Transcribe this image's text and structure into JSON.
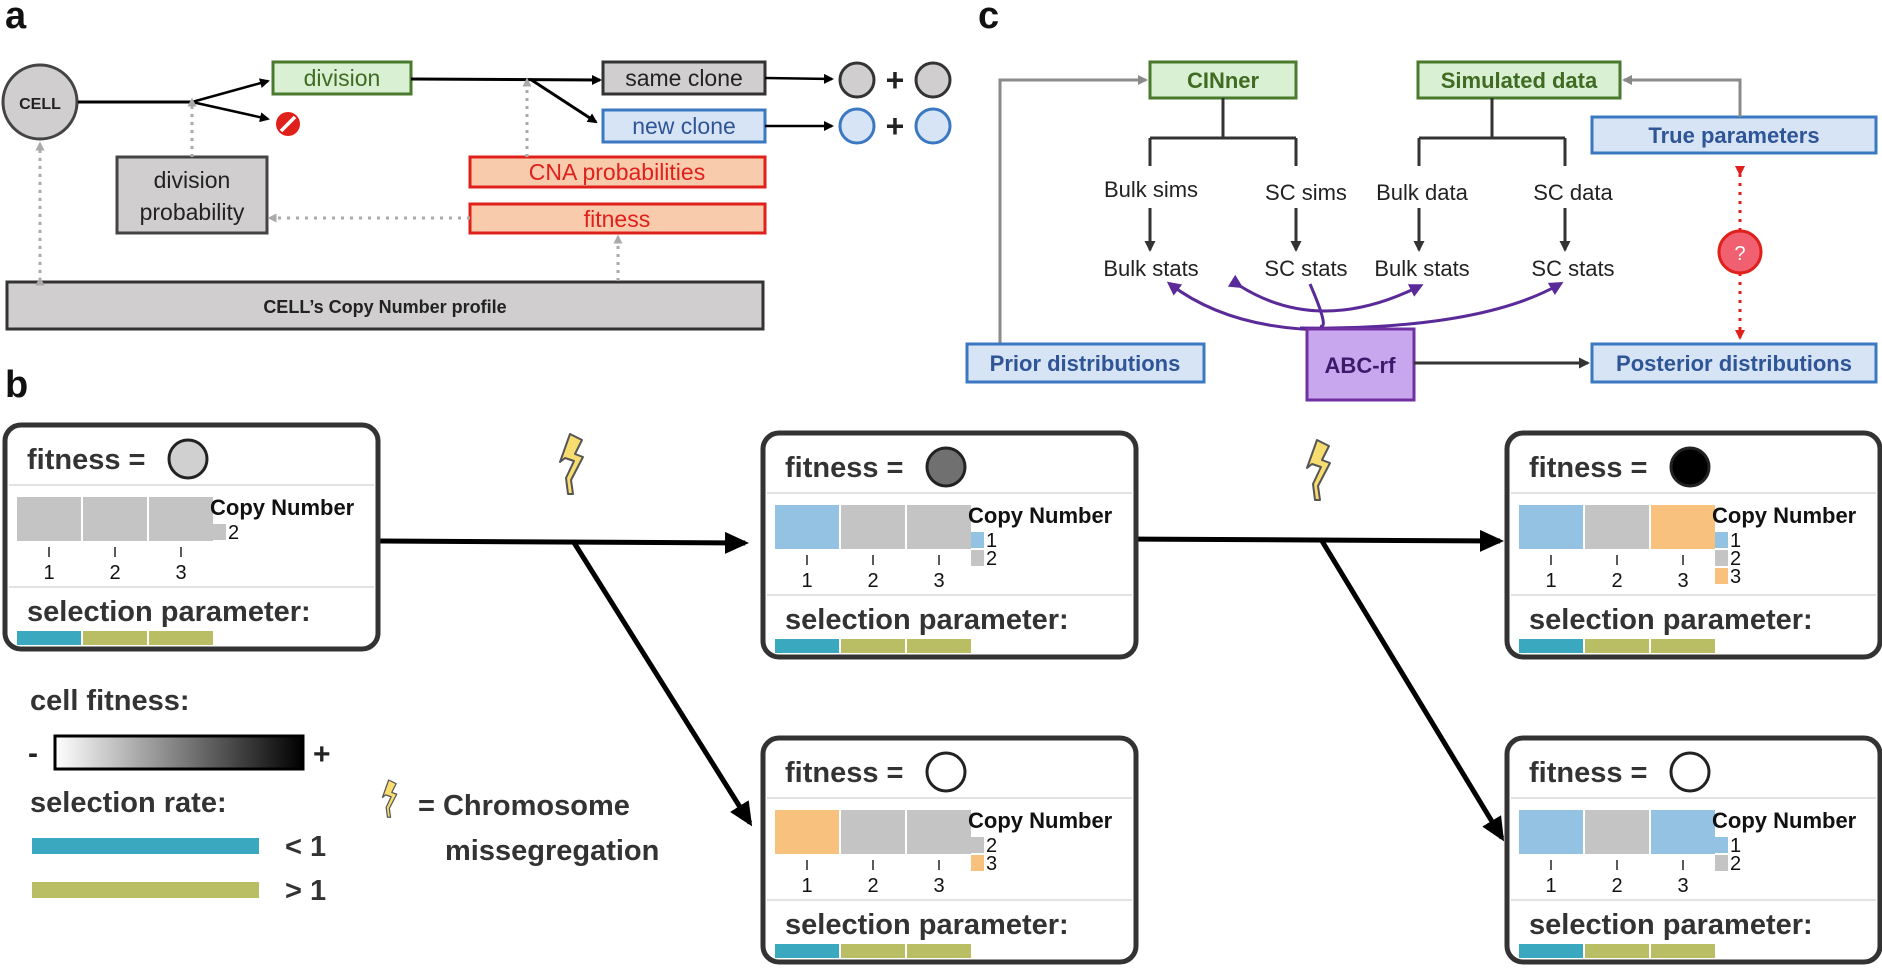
{
  "panels": {
    "a": "a",
    "b": "b",
    "c": "c"
  },
  "colors": {
    "green_fill": "#d9f0d3",
    "green_stroke": "#4a7a2e",
    "green_text": "#3f6b22",
    "blue_fill": "#d6e4f5",
    "blue_stroke": "#3b78c2",
    "blue_text": "#2f5597",
    "red_fill": "#f8cbad",
    "red_stroke": "#e0201b",
    "red_text": "#e0201b",
    "grey_fill": "#d0cece",
    "purple_fill": "#c9a7ee",
    "purple_stroke": "#7030a0",
    "cn1": "#93c2e2",
    "cn2": "#c4c4c4",
    "cn3": "#f8c27e",
    "sel_low": "#3aa8bf",
    "sel_high": "#b9bd63"
  },
  "panel_a": {
    "cell": "CELL",
    "division": "division",
    "division_probability_line1": "division",
    "division_probability_line2": "probability",
    "same_clone": "same clone",
    "new_clone": "new clone",
    "cna_probabilities": "CNA probabilities",
    "fitness": "fitness",
    "plus": "+",
    "copy_number_profile": "CELL’s Copy Number profile",
    "stop_icon": "no-entry-icon"
  },
  "panel_c": {
    "cinner": "CINner",
    "simulated_data": "Simulated data",
    "true_parameters": "True parameters",
    "bulk_sims": "Bulk sims",
    "sc_sims": "SC sims",
    "bulk_data": "Bulk data",
    "sc_data": "SC data",
    "bulk_stats": "Bulk stats",
    "sc_stats": "SC stats",
    "prior_distributions": "Prior distributions",
    "abc_rf": "ABC-rf",
    "posterior_distributions": "Posterior distributions",
    "question": "?"
  },
  "panel_b": {
    "fitness_label": "fitness =",
    "selection_parameter": "selection parameter:",
    "copy_number_title": "Copy Number",
    "chromosome_ticks": [
      "1",
      "2",
      "3"
    ],
    "cards": [
      {
        "id": "parent",
        "fitness_color": "#d0d0d0",
        "copy_numbers": [
          2,
          2,
          2
        ],
        "legend": [
          "2"
        ]
      },
      {
        "id": "gen1-top",
        "fitness_color": "#707070",
        "copy_numbers": [
          1,
          2,
          2
        ],
        "legend": [
          "1",
          "2"
        ]
      },
      {
        "id": "gen1-bottom",
        "fitness_color": "#ffffff",
        "copy_numbers": [
          3,
          2,
          2
        ],
        "legend": [
          "2",
          "3"
        ]
      },
      {
        "id": "gen2-top",
        "fitness_color": "#000000",
        "copy_numbers": [
          1,
          2,
          3
        ],
        "legend": [
          "1",
          "2",
          "3"
        ]
      },
      {
        "id": "gen2-bottom",
        "fitness_color": "#ffffff",
        "copy_numbers": [
          1,
          2,
          1
        ],
        "legend": [
          "1",
          "2"
        ]
      }
    ],
    "selection_colors": [
      "sel_low",
      "sel_high",
      "sel_high"
    ],
    "legend": {
      "cell_fitness": "cell fitness:",
      "minus": "-",
      "plus": "+",
      "selection_rate": "selection rate:",
      "low": "< 1",
      "high": "> 1",
      "missegregation_line1": "= Chromosome",
      "missegregation_line2": "missegregation"
    }
  }
}
